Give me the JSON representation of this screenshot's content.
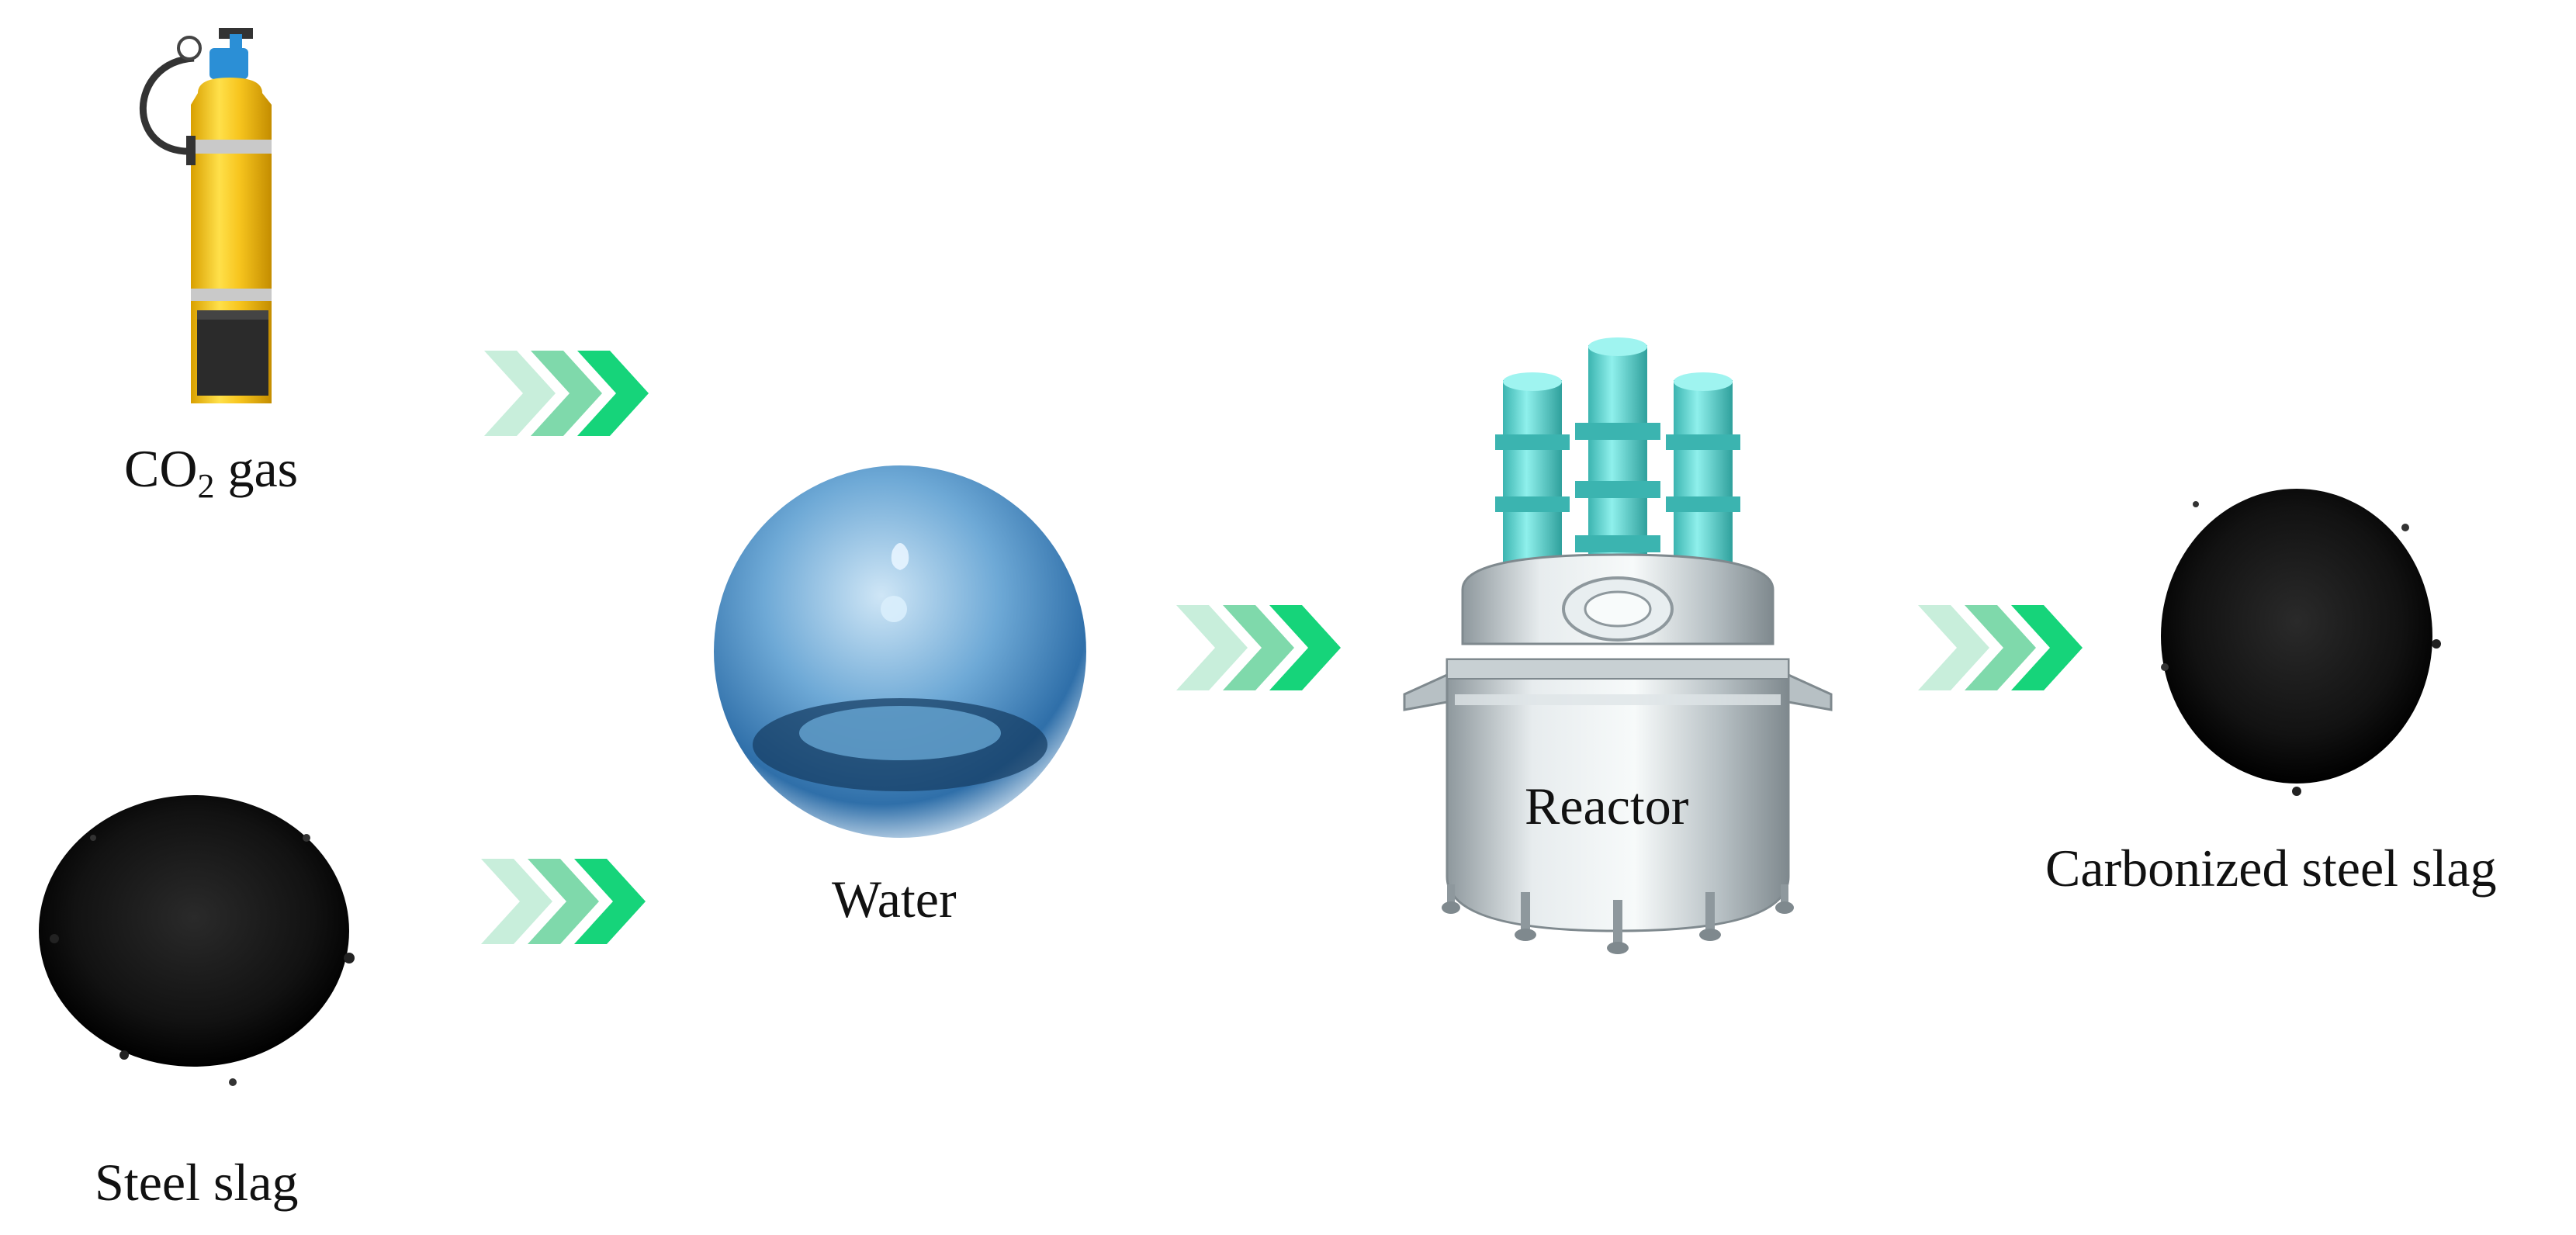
{
  "labels": {
    "co2_main": "CO",
    "co2_sub": "2",
    "co2_tail": " gas",
    "steel_slag": "Steel slag",
    "water": "Water",
    "reactor": "Reactor",
    "product": "Carbonized steel slag"
  },
  "icons": {
    "cylinder": "co2-gas-cylinder-icon",
    "slag": "steel-slag-pile-icon",
    "water": "water-droplet-icon",
    "reactor": "reactor-vessel-icon",
    "product": "carbonized-slag-pile-icon",
    "arrow": "chevron-triple-arrow-icon"
  },
  "colors": {
    "arrow_light": "#c8eedb",
    "arrow_mid": "#7fd9ab",
    "arrow_bright": "#16d47a",
    "cylinder_body": "#f7c51e",
    "cylinder_base": "#2b2b2b",
    "valve": "#2b8fd6",
    "motor": "#5fd6d1",
    "vessel": "#cfd5d8",
    "water": "#2f78b8",
    "slag": "#141414"
  }
}
